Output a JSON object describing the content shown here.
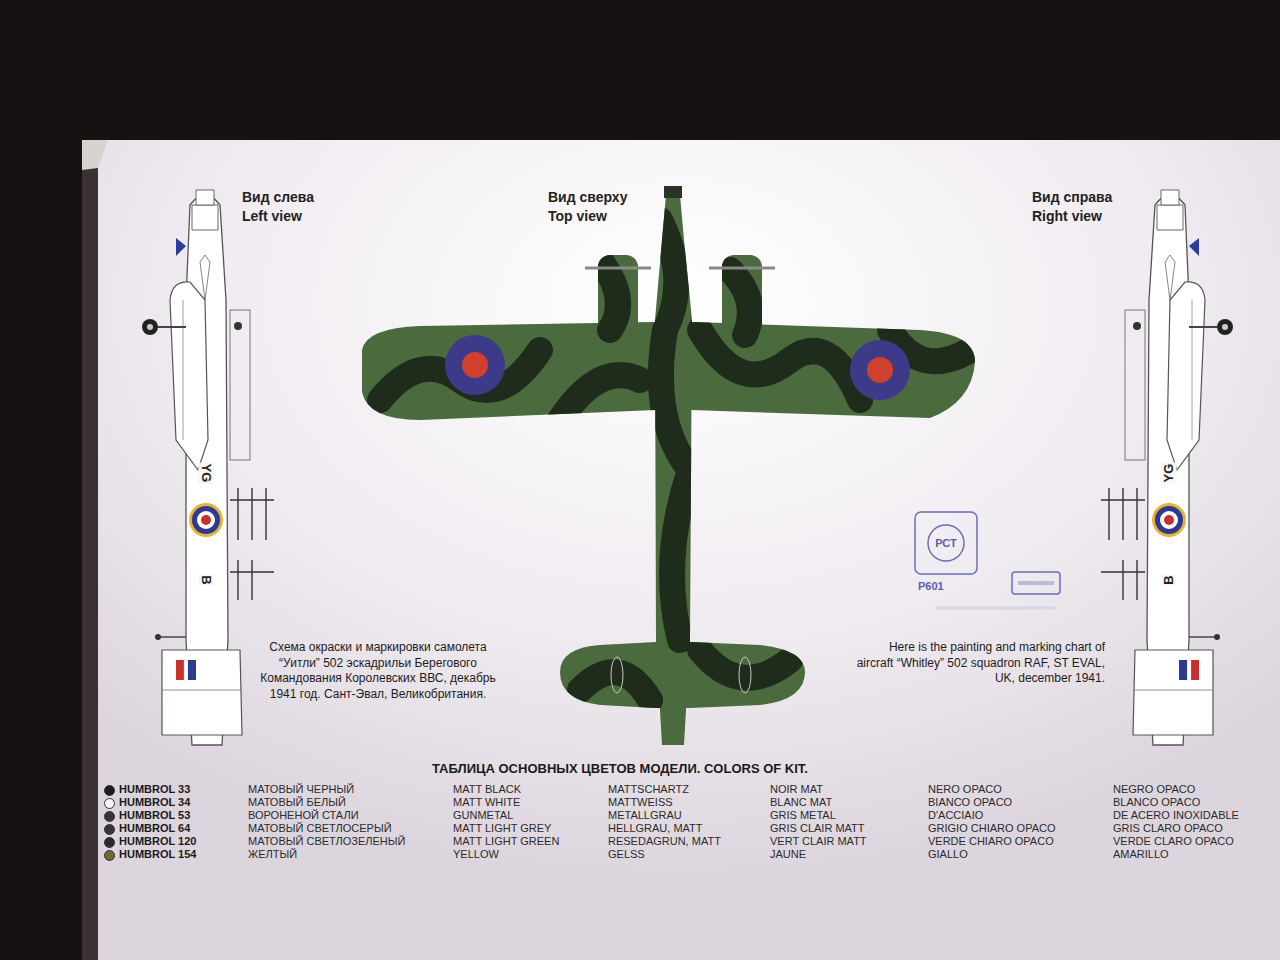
{
  "diagram": {
    "title": "ТАБЛИЦА ОСНОВНЫХ ЦВЕТОВ МОДЕЛИ. COLORS OF KIT.",
    "labels": [
      "Вид слева",
      "Left view",
      "Вид сверху",
      "Top view",
      "Вид справа",
      "Right view",
      "Схема окраски и маркировки самолета “Уитли” 502 эскадрильи Берегового Командования Королевских ВВС, декабрь 1941 год. Сант-Эвал, Великобритания.",
      "Here is the painting and marking chart of aircraft “Whitley” 502 squadron RAF, ST EVAL, UK, december 1941.",
      "YG",
      "B",
      "YG",
      "B",
      "РСТ",
      "Р601",
      "МАТОВЫЙ ЧЕРНЫЙ",
      "MATT BLACK",
      "MATTSCHARTZ",
      "NOIR MAT",
      "NERO OPACO",
      "NEGRO OPACO",
      "МАТОВЫЙ БЕЛЫЙ",
      "MATT WHITE",
      "MATTWEISS",
      "BLANC MAT",
      "BIANCO OPACO",
      "BLANCO OPACO",
      "ВОРОНЕНОЙ СТАЛИ",
      "GUNMETAL",
      "METALLGRAU",
      "GRIS METAL",
      "D'ACCIAIO",
      "DE ACERO INOXIDABLE",
      "МАТОВЫЙ СВЕТЛОСЕРЫЙ",
      "MATT LIGHT GREY",
      "HELLGRAU, MATT",
      "GRIS CLAIR MATT",
      "GRIGIO CHIARO OPACO",
      "GRIS CLARO OPACO",
      "МАТОВЫЙ СВЕТЛОЗЕЛЕНЫЙ",
      "MATT LIGHT GREEN",
      "RESEDAGRUN, MATT",
      "VERT CLAIR MATT",
      "VERDE CHIARO OPACO",
      "VERDE CLARO OPACO",
      "ЖЕЛТЫЙ",
      "YELLOW",
      "GELSS",
      "JAUNE",
      "GIALLO",
      "AMARILLO"
    ],
    "legend": [
      {
        "text": "HUMBROL 33",
        "color": "#1b1b1b"
      },
      {
        "text": "HUMBROL 34",
        "color": "#f4f4f4"
      },
      {
        "text": "HUMBROL 53",
        "color": "#3b3434"
      },
      {
        "text": "HUMBROL 64",
        "color": "#3c2f3a"
      },
      {
        "text": "HUMBROL 120",
        "color": "#2e2a2c"
      },
      {
        "text": "HUMBROL 154",
        "color": "#6f6a2a"
      }
    ]
  }
}
